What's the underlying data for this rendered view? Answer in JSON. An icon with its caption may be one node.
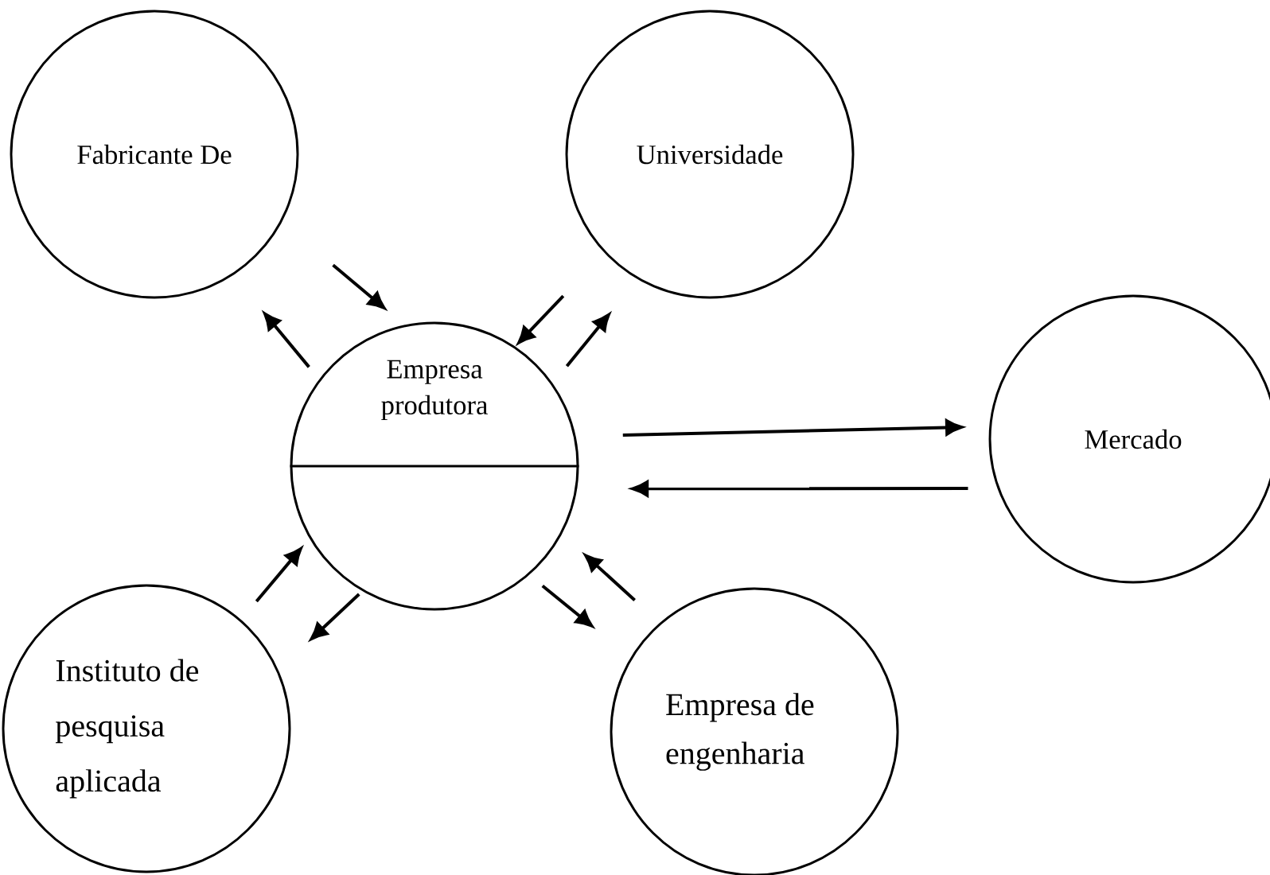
{
  "diagram": {
    "nodes": [
      {
        "text": [
          "Fabricante De"
        ]
      },
      {
        "text": [
          "Universidade"
        ]
      },
      {
        "text": [
          "Empresa produtora"
        ]
      },
      {
        "text": [
          "Mercado"
        ]
      },
      {
        "text": [
          "Instituto de pesquisa aplicada"
        ]
      },
      {
        "text": [
          "Empresa de engenharia"
        ]
      }
    ],
    "edges": [
      {
        "from": 0,
        "to": 2,
        "arrow": "to"
      },
      {
        "from": 2,
        "to": 0,
        "arrow": "to"
      },
      {
        "from": 1,
        "to": 2,
        "arrow": "to"
      },
      {
        "from": 2,
        "to": 1,
        "arrow": "to"
      },
      {
        "from": 2,
        "to": 3,
        "arrow": "to"
      },
      {
        "from": 3,
        "to": 2,
        "arrow": "to"
      },
      {
        "from": 4,
        "to": 2,
        "arrow": "to"
      },
      {
        "from": 2,
        "to": 4,
        "arrow": "to"
      },
      {
        "from": 2,
        "to": 5,
        "arrow": "to"
      },
      {
        "from": 5,
        "to": 2,
        "arrow": "to"
      }
    ]
  }
}
